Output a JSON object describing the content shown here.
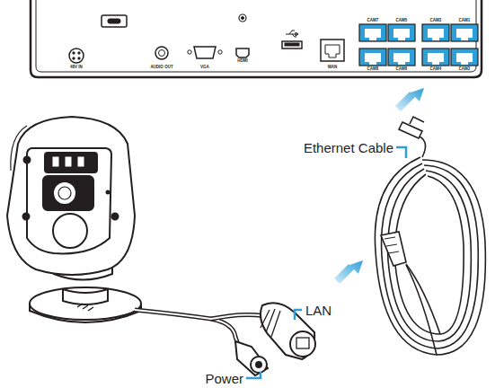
{
  "diagram": {
    "labels": [
      "48V IN",
      "AUDIO OUT",
      "VGA",
      "HDMI",
      "WAN",
      "CAM7",
      "CAM5",
      "CAM3",
      "CAM1",
      "CAM8",
      "CAM6",
      "CAM4",
      "CAM2",
      "Ethernet Cable",
      "LAN",
      "Power"
    ]
  }
}
